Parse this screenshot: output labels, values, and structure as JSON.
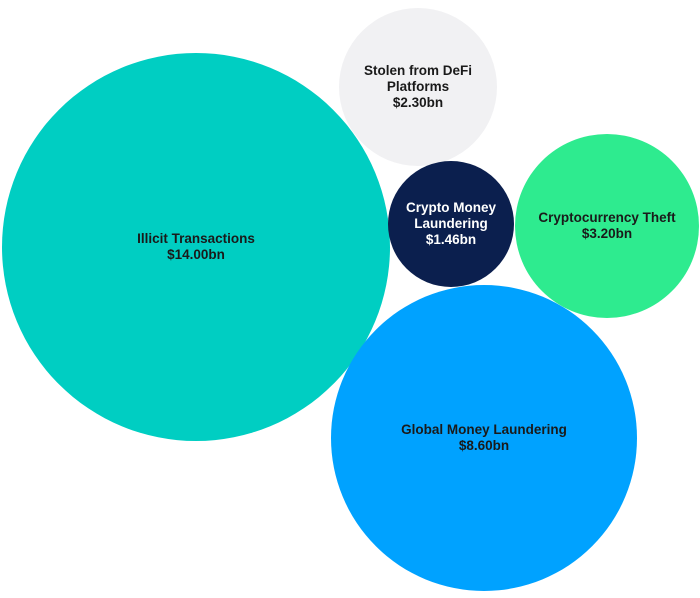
{
  "chart_data": {
    "type": "bubble",
    "title": "",
    "unit": "$bn",
    "bubbles": [
      {
        "id": "illicit",
        "name": "Illicit Transactions",
        "value": 14.0,
        "value_label": "$14.00bn",
        "color": "#00CEC2",
        "text_color": "#1a1a1a"
      },
      {
        "id": "global-ml",
        "name": "Global Money Laundering",
        "value": 8.6,
        "value_label": "$8.60bn",
        "color": "#00A2FF",
        "text_color": "#1a1a1a"
      },
      {
        "id": "theft",
        "name": "Cryptocurrency Theft",
        "value": 3.2,
        "value_label": "$3.20bn",
        "color": "#2EEB8F",
        "text_color": "#1a1a1a"
      },
      {
        "id": "defi",
        "name": "Stolen from DeFi Platforms",
        "value": 2.3,
        "value_label": "$2.30bn",
        "color": "#F1F1F3",
        "text_color": "#1a1a1a"
      },
      {
        "id": "crypto-ml",
        "name": "Crypto Money Laundering",
        "value": 1.46,
        "value_label": "$1.46bn",
        "color": "#0B1F4E",
        "text_color": "#ffffff"
      }
    ]
  }
}
